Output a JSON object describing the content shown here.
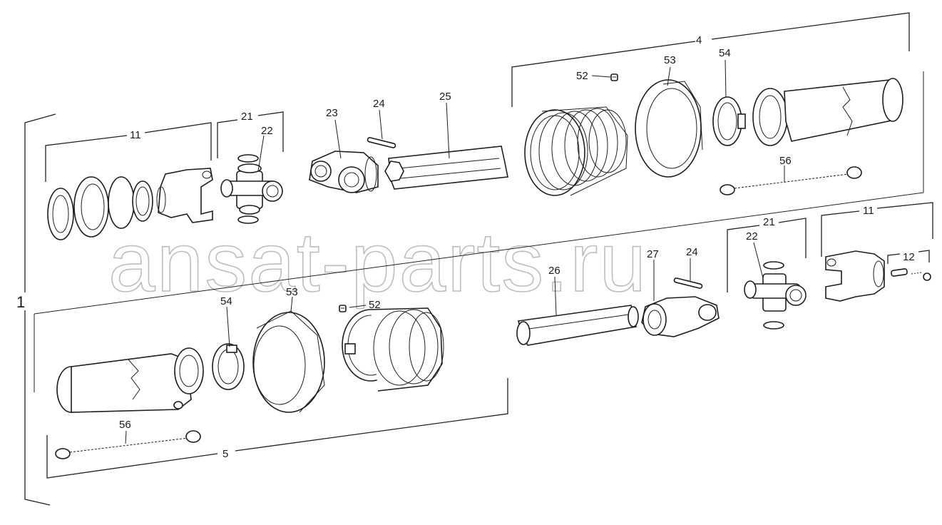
{
  "watermark": "ansat-parts.ru",
  "labels": {
    "assembly": "1",
    "outer_half": "4",
    "inner_half": "5",
    "fastening_set": "12",
    "yoke_set_left": "11",
    "yoke_set_right": "11",
    "cross_kit_left": "21",
    "cross_kit_right": "21",
    "cross_left": "22",
    "cross_right": "22",
    "yoke_23": "23",
    "pin_left": "24",
    "pin_right": "24",
    "outer_tube": "25",
    "inner_tube": "26",
    "yoke_27": "27",
    "screw_top": "52",
    "screw_bottom": "52",
    "cone_top": "53",
    "cone_bottom": "53",
    "bearing_top": "54",
    "bearing_bottom": "54",
    "chain_top": "56",
    "chain_bottom": "56"
  }
}
